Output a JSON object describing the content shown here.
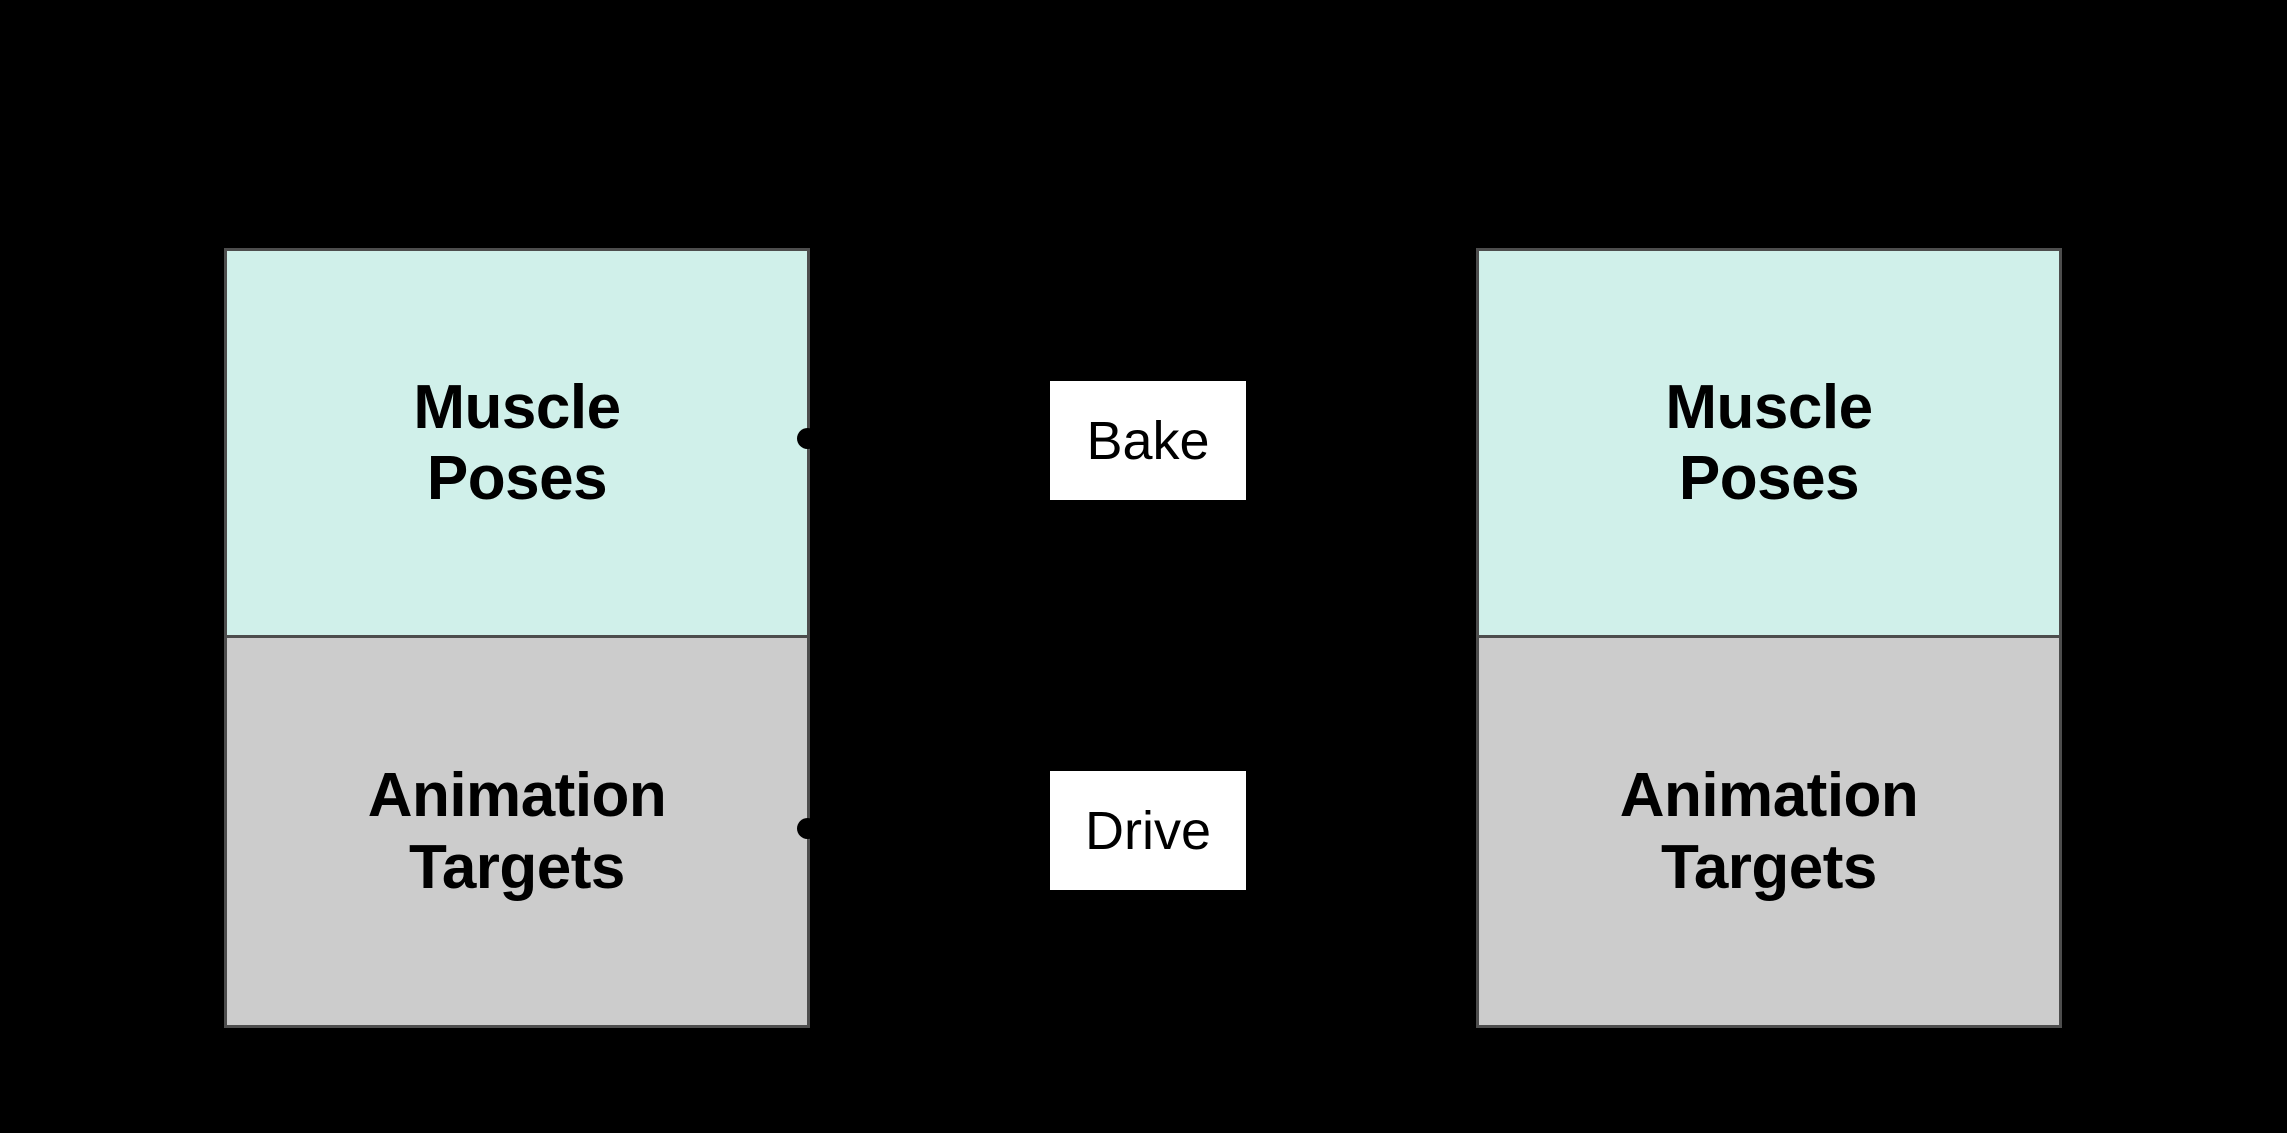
{
  "diagram": {
    "background_color": "#000000",
    "nodes": [
      {
        "id": "left-node",
        "compartments": [
          {
            "id": "left-muscle-poses",
            "label": "Muscle\nPoses",
            "fill_color": "#d0f0ea",
            "border_color": "#4d4d4d",
            "text_color": "#000000"
          },
          {
            "id": "left-animation-targets",
            "label": "Animation\nTargets",
            "fill_color": "#cccccc",
            "border_color": "#4d4d4d",
            "text_color": "#000000"
          }
        ]
      },
      {
        "id": "right-node",
        "compartments": [
          {
            "id": "right-muscle-poses",
            "label": "Muscle\nPoses",
            "fill_color": "#d0f0ea",
            "border_color": "#4d4d4d",
            "text_color": "#000000"
          },
          {
            "id": "right-animation-targets",
            "label": "Animation\nTargets",
            "fill_color": "#cccccc",
            "border_color": "#4d4d4d",
            "text_color": "#000000"
          }
        ]
      }
    ],
    "edges": [
      {
        "id": "edge-bake",
        "label": "Bake",
        "from": "left-muscle-poses",
        "to": "right-muscle-poses",
        "line_color": "#000000",
        "label_background": "#ffffff",
        "label_text_color": "#000000",
        "source_marker": "filled-dot"
      },
      {
        "id": "edge-drive",
        "label": "Drive",
        "from": "left-animation-targets",
        "to": "right-animation-targets",
        "line_color": "#000000",
        "label_background": "#ffffff",
        "label_text_color": "#000000",
        "source_marker": "filled-dot"
      }
    ]
  }
}
